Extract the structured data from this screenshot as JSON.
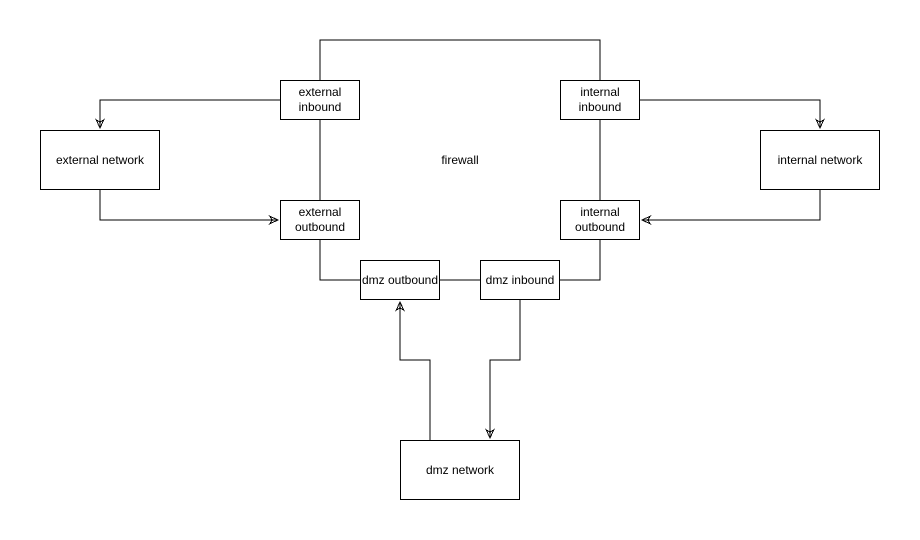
{
  "diagram": {
    "background_color": "#ffffff",
    "stroke_color": "#000000",
    "text_color": "#000000",
    "center_label": "firewall",
    "nodes": [
      {
        "id": "external-inbound",
        "label": "external\ninbound"
      },
      {
        "id": "internal-inbound",
        "label": "internal\ninbound"
      },
      {
        "id": "external-network",
        "label": "external network"
      },
      {
        "id": "internal-network",
        "label": "internal network"
      },
      {
        "id": "external-outbound",
        "label": "external\noutbound"
      },
      {
        "id": "internal-outbound",
        "label": "internal\noutbound"
      },
      {
        "id": "dmz-outbound",
        "label": "dmz outbound"
      },
      {
        "id": "dmz-inbound",
        "label": "dmz inbound"
      },
      {
        "id": "dmz-network",
        "label": "dmz network"
      }
    ],
    "edges": [
      {
        "from": "external-inbound",
        "to": "internal-inbound",
        "arrow": "none"
      },
      {
        "from": "external-inbound",
        "to": "external-network",
        "arrow": "end"
      },
      {
        "from": "external-network",
        "to": "external-outbound",
        "arrow": "end"
      },
      {
        "from": "external-inbound",
        "to": "external-outbound",
        "arrow": "none"
      },
      {
        "from": "internal-inbound",
        "to": "internal-network",
        "arrow": "end"
      },
      {
        "from": "internal-network",
        "to": "internal-outbound",
        "arrow": "end"
      },
      {
        "from": "internal-inbound",
        "to": "internal-outbound",
        "arrow": "none"
      },
      {
        "from": "external-outbound",
        "to": "dmz-outbound",
        "arrow": "none"
      },
      {
        "from": "internal-outbound",
        "to": "dmz-inbound",
        "arrow": "none"
      },
      {
        "from": "dmz-outbound",
        "to": "dmz-inbound",
        "arrow": "none"
      },
      {
        "from": "dmz-network",
        "to": "dmz-outbound",
        "arrow": "end"
      },
      {
        "from": "dmz-inbound",
        "to": "dmz-network",
        "arrow": "end"
      }
    ]
  }
}
